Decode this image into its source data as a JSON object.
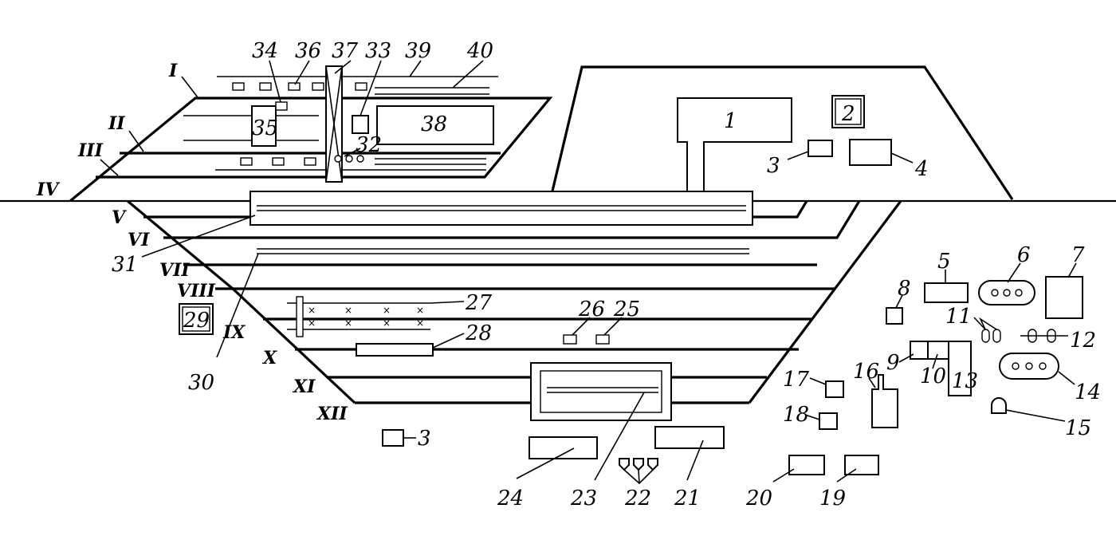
{
  "labels": {
    "l1": "1",
    "l2": "2",
    "l3a": "3",
    "l3b": "3",
    "l4": "4",
    "l5": "5",
    "l6": "6",
    "l7": "7",
    "l8": "8",
    "l9": "9",
    "l10": "10",
    "l11": "11",
    "l12": "12",
    "l13": "13",
    "l14": "14",
    "l15": "15",
    "l16": "16",
    "l17": "17",
    "l18": "18",
    "l19": "19",
    "l20": "20",
    "l21": "21",
    "l22": "22",
    "l23": "23",
    "l24": "24",
    "l25": "25",
    "l26": "26",
    "l27": "27",
    "l28": "28",
    "l29": "29",
    "l30": "30",
    "l31": "31",
    "l32": "32",
    "l33": "33",
    "l34": "34",
    "l35": "35",
    "l36": "36",
    "l37": "37",
    "l38": "38",
    "l39": "39",
    "l40": "40"
  },
  "tracks": {
    "I": "I",
    "II": "II",
    "III": "III",
    "IV": "IV",
    "V": "V",
    "VI": "VI",
    "VII": "VII",
    "VIII": "VIII",
    "IX": "IX",
    "X": "X",
    "XI": "XI",
    "XII": "XII"
  }
}
